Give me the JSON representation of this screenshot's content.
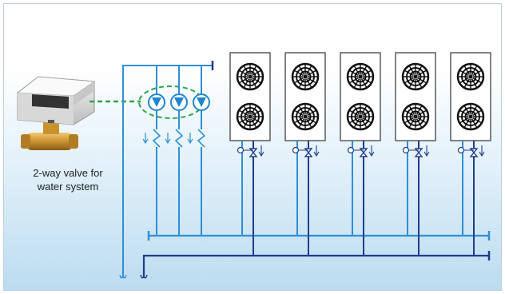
{
  "caption": {
    "line1": "2-way valve for",
    "line2": "water system"
  },
  "icons": {
    "valve": "two-way-valve-icon",
    "pump": "circulation-pump-icon",
    "check_valve": "check-valve-icon",
    "unit": "outdoor-unit-icon",
    "fan": "fan-icon"
  },
  "counts": {
    "pumps": 3,
    "outdoor_units": 5,
    "fans_per_unit": 2
  },
  "colors": {
    "supply_pipe": "#2e8fd6",
    "return_pipe": "#1f3d8a",
    "callout": "#2ea44a",
    "pump": "#1e86d0",
    "fan": "#111111"
  }
}
